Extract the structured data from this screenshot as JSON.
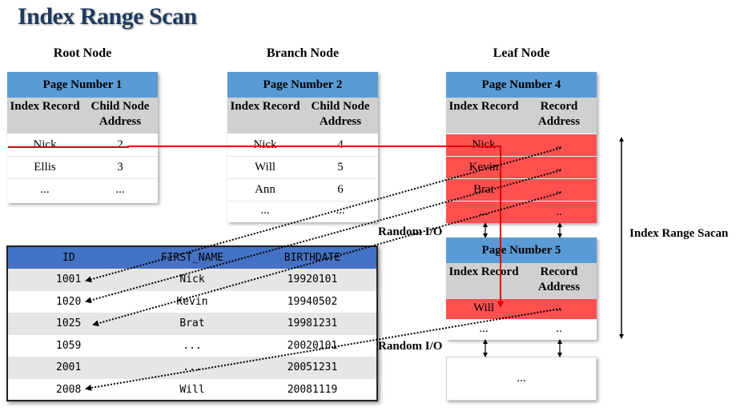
{
  "title": "Index Range Scan",
  "root": {
    "label": "Root Node",
    "page": "Page Number 1",
    "col1": "Index Record",
    "col2": "Child Node Address",
    "rows": [
      [
        "Nick",
        "2"
      ],
      [
        "Ellis",
        "3"
      ],
      [
        "...",
        "..."
      ]
    ]
  },
  "branch": {
    "label": "Branch Node",
    "page": "Page Number 2",
    "col1": "Index Record",
    "col2": "Child Node Address",
    "rows": [
      [
        "Nick",
        "4"
      ],
      [
        "Will",
        "5"
      ],
      [
        "Ann",
        "6"
      ],
      [
        "...",
        "..."
      ]
    ]
  },
  "leaf": {
    "label": "Leaf Node",
    "page4": {
      "page": "Page Number 4",
      "col1": "Index Record",
      "col2": "Record Address",
      "rows": [
        [
          "Nick",
          ".."
        ],
        [
          "Kevin",
          ".."
        ],
        [
          "Brat",
          ".."
        ],
        [
          "...",
          ".."
        ]
      ]
    },
    "page5": {
      "page": "Page Number 5",
      "col1": "Index Record",
      "col2": "Record Address",
      "rows": [
        [
          "Will",
          ".."
        ],
        [
          "...",
          ".."
        ]
      ]
    },
    "more": "..."
  },
  "labels": {
    "random_io_1": "Random I/O",
    "random_io_2": "Random I/O",
    "range_scan": "Index Range Sacan"
  },
  "table": {
    "headers": [
      "ID",
      "FIRST_NAME",
      "BIRTHDATE"
    ],
    "rows": [
      [
        "1001",
        "Nick",
        "19920101"
      ],
      [
        "1020",
        "Kevin",
        "19940502"
      ],
      [
        "1025",
        "Brat",
        "19981231"
      ],
      [
        "1059",
        "...",
        "20020101"
      ],
      [
        "2001",
        "...",
        "20051231"
      ],
      [
        "2008",
        "Will",
        "20081119"
      ]
    ]
  },
  "colors": {
    "header_blue": "#5b9bd5",
    "table_header": "#4472c4",
    "highlight": "#ff5050",
    "title": "#1f3a5f",
    "path_line": "#e00000"
  }
}
